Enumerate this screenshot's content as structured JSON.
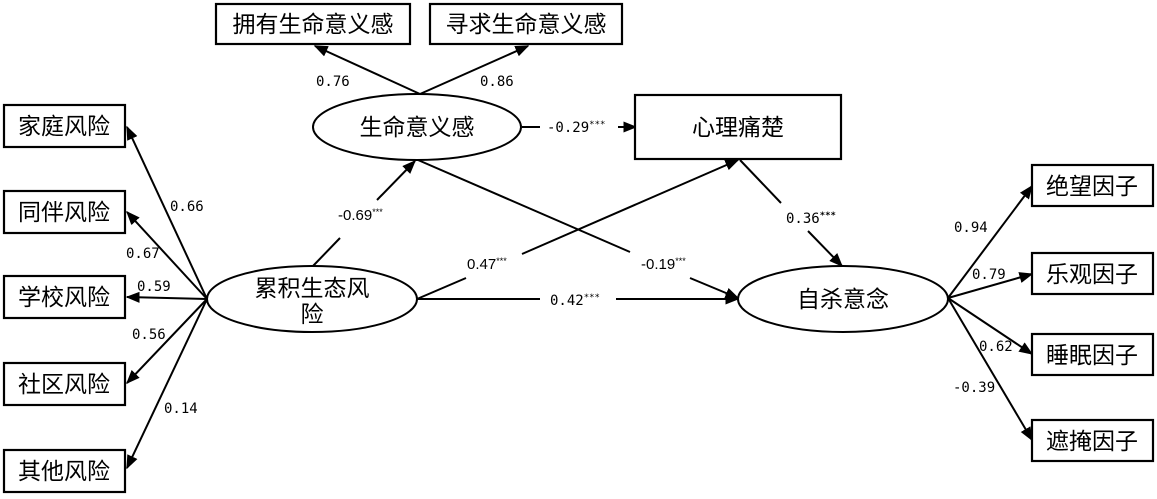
{
  "diagram": {
    "type": "structural-equation-model",
    "latent_nodes": [
      {
        "id": "meaning",
        "label": "生命意义感"
      },
      {
        "id": "cumrisk",
        "label_line1": "累积生态风",
        "label_line2": "险"
      },
      {
        "id": "suicide",
        "label": "自杀意念"
      }
    ],
    "observed_nodes": [
      {
        "id": "presence",
        "label": "拥有生命意义感"
      },
      {
        "id": "search",
        "label": "寻求生命意义感"
      },
      {
        "id": "pain",
        "label": "心理痛楚"
      },
      {
        "id": "family",
        "label": "家庭风险"
      },
      {
        "id": "peer",
        "label": "同伴风险"
      },
      {
        "id": "school",
        "label": "学校风险"
      },
      {
        "id": "community",
        "label": "社区风险"
      },
      {
        "id": "other",
        "label": "其他风险"
      },
      {
        "id": "despair",
        "label": "绝望因子"
      },
      {
        "id": "optimism",
        "label": "乐观因子"
      },
      {
        "id": "sleep",
        "label": "睡眠因子"
      },
      {
        "id": "conceal",
        "label": "遮掩因子"
      }
    ],
    "edges": [
      {
        "from": "meaning",
        "to": "presence",
        "coef": "0.76",
        "sig": ""
      },
      {
        "from": "meaning",
        "to": "search",
        "coef": "0.86",
        "sig": ""
      },
      {
        "from": "meaning",
        "to": "pain",
        "coef": "-0.29",
        "sig": "***"
      },
      {
        "from": "meaning",
        "to": "suicide",
        "coef": "-0.19",
        "sig": "***"
      },
      {
        "from": "cumrisk",
        "to": "meaning",
        "coef": "-0.69",
        "sig": "***"
      },
      {
        "from": "cumrisk",
        "to": "pain",
        "coef": "0.47",
        "sig": "***"
      },
      {
        "from": "cumrisk",
        "to": "suicide",
        "coef": "0.42",
        "sig": "***"
      },
      {
        "from": "pain",
        "to": "suicide",
        "coef": "0.36",
        "sig": "***"
      },
      {
        "from": "cumrisk",
        "to": "family",
        "coef": "0.66",
        "sig": ""
      },
      {
        "from": "cumrisk",
        "to": "peer",
        "coef": "0.67",
        "sig": ""
      },
      {
        "from": "cumrisk",
        "to": "school",
        "coef": "0.59",
        "sig": ""
      },
      {
        "from": "cumrisk",
        "to": "community",
        "coef": "0.56",
        "sig": ""
      },
      {
        "from": "cumrisk",
        "to": "other",
        "coef": "0.14",
        "sig": ""
      },
      {
        "from": "suicide",
        "to": "despair",
        "coef": "0.94",
        "sig": ""
      },
      {
        "from": "suicide",
        "to": "optimism",
        "coef": "0.79",
        "sig": ""
      },
      {
        "from": "suicide",
        "to": "sleep",
        "coef": "0.62",
        "sig": ""
      },
      {
        "from": "suicide",
        "to": "conceal",
        "coef": "-0.39",
        "sig": ""
      }
    ]
  }
}
